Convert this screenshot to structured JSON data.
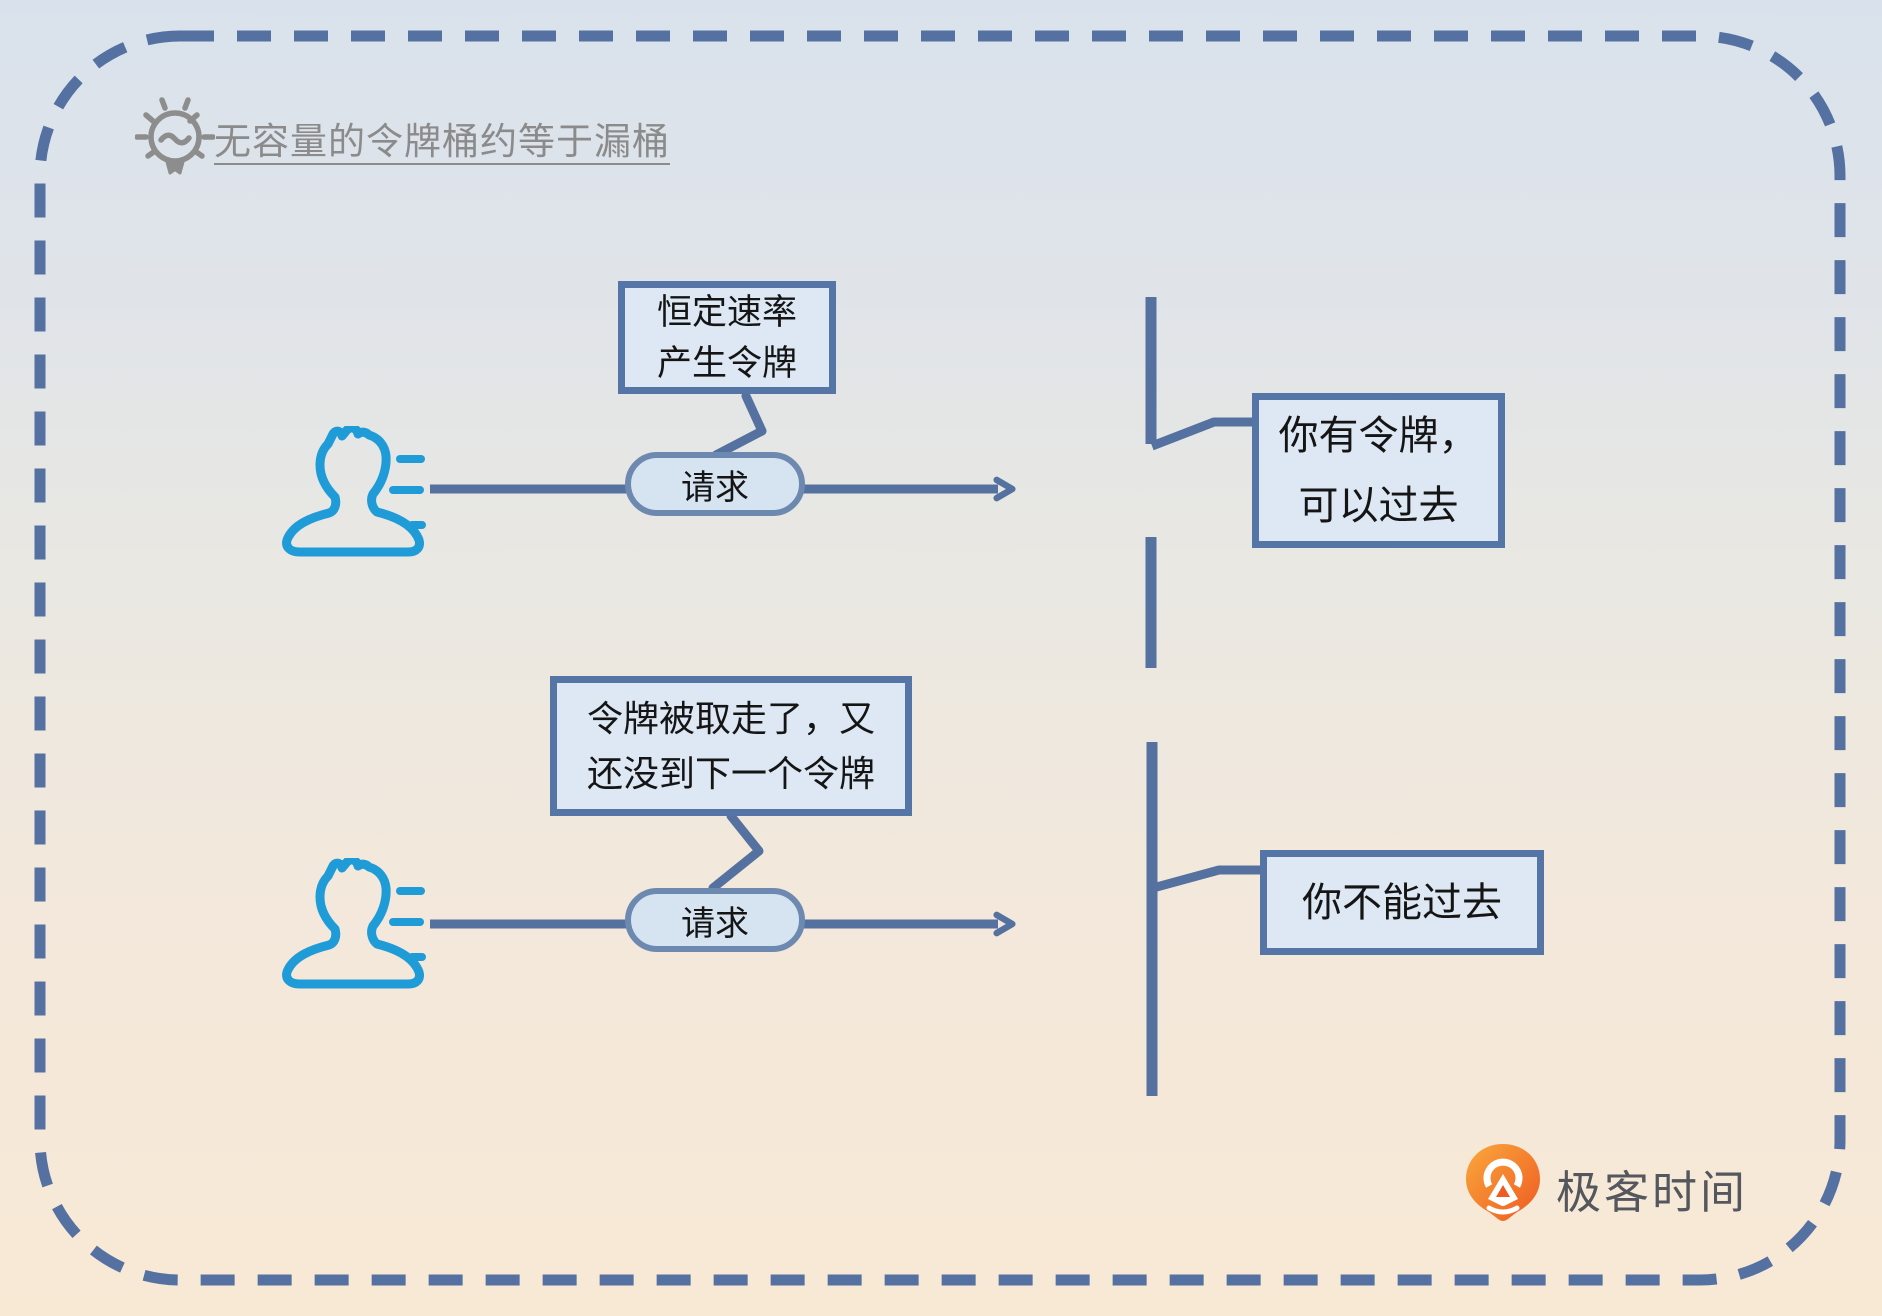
{
  "header": {
    "title": "无容量的令牌桶约等于漏桶",
    "icon": "lightbulb-icon"
  },
  "scenario1": {
    "note_line1": "恒定速率",
    "note_line2": "产生令牌",
    "pill_label": "请求",
    "result_line1": "你有令牌，",
    "result_line2": "可以过去"
  },
  "scenario2": {
    "note_line1": "令牌被取走了，又",
    "note_line2": "还没到下一个令牌",
    "pill_label": "请求",
    "result_line1": "你不能过去"
  },
  "footer": {
    "brand": "极客时间"
  },
  "colors": {
    "diagram_line": "#5571a0",
    "dashed_border": "#5471a1",
    "box_border": "#5575a6",
    "box_fill": "#dde8f4",
    "pill_fill": "#d6e4f2",
    "pill_border": "#6e89b0",
    "person_blue": "#1f9cd8",
    "title_gray": "#8b8b8b",
    "brand_orange": "#f26522",
    "brand_text_gray": "#54575e",
    "bg_top": "#d9e2ec",
    "bg_bottom": "#f8e9d5"
  }
}
